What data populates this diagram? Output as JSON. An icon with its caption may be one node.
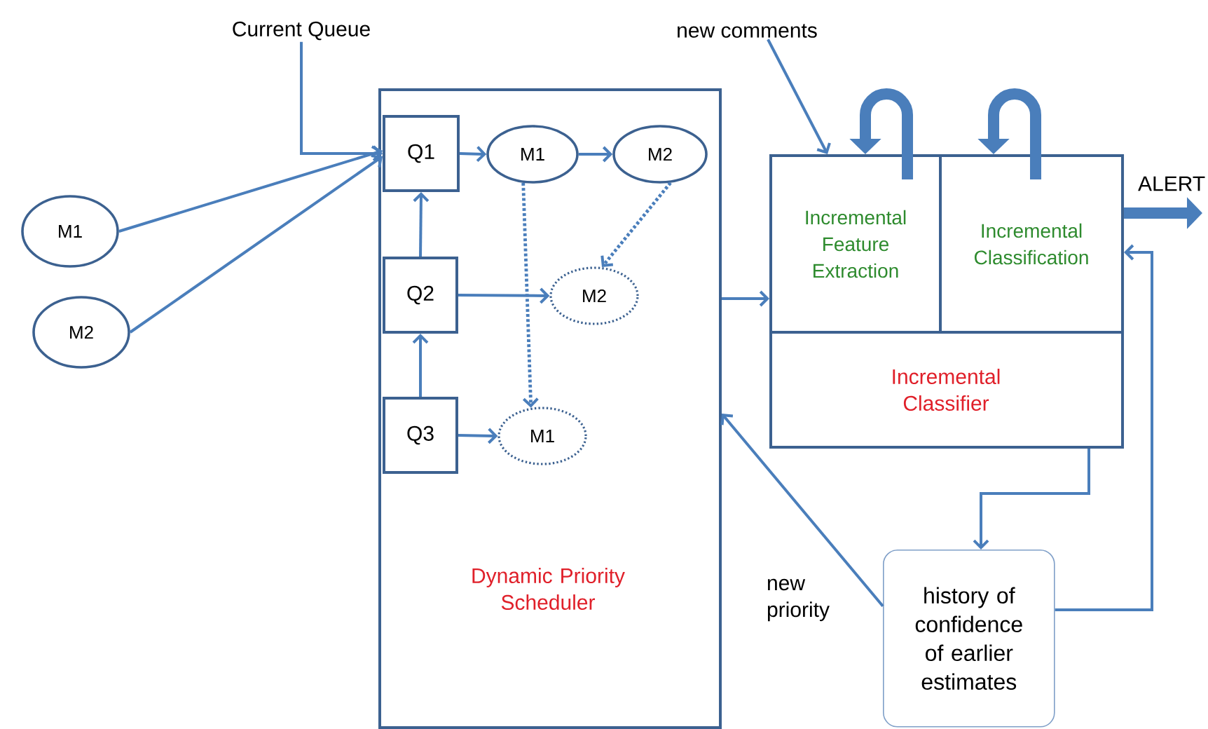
{
  "diagram": {
    "nodes": [
      {
        "text": [
          "Dynamic Priority Scheduler"
        ]
      },
      {
        "text": [
          "Q1"
        ],
        "in": 0
      },
      {
        "text": [
          "M1"
        ],
        "in": 0
      },
      {
        "text": [
          "M2"
        ],
        "in": 0
      },
      {
        "text": [
          "Q2"
        ],
        "in": 0
      },
      {
        "text": [
          "M2"
        ],
        "in": 0
      },
      {
        "text": [
          "Q3"
        ],
        "in": 0
      },
      {
        "text": [
          "M1"
        ],
        "in": 0
      },
      {
        "text": [
          "M1"
        ]
      },
      {
        "text": [
          "M2"
        ]
      },
      {
        "text": [
          "Current Queue"
        ]
      },
      {
        "text": [
          "new comments"
        ]
      },
      {
        "text": [
          "Incremental Classifier"
        ]
      },
      {
        "text": [
          "Incremental Feature Extraction"
        ],
        "in": 12
      },
      {
        "text": [
          "Incremental Classification"
        ],
        "in": 12
      },
      {
        "text": [
          "history of confidence of earlier estimates"
        ]
      }
    ],
    "edges": [
      {
        "from": 10,
        "to": 1,
        "arrow": "to"
      },
      {
        "from": 8,
        "to": 1,
        "arrow": "to"
      },
      {
        "from": 9,
        "to": 1,
        "arrow": "to"
      },
      {
        "from": 1,
        "to": 2,
        "arrow": "to"
      },
      {
        "from": 2,
        "to": 3,
        "arrow": "to"
      },
      {
        "from": 4,
        "to": 1,
        "arrow": "to"
      },
      {
        "from": 6,
        "to": 4,
        "arrow": "to"
      },
      {
        "from": 4,
        "to": 5,
        "arrow": "to"
      },
      {
        "from": 6,
        "to": 7,
        "arrow": "to"
      },
      {
        "from": 2,
        "to": 7,
        "arrow": "to",
        "style": "dashed"
      },
      {
        "from": 3,
        "to": 5,
        "arrow": "to",
        "style": "dashed"
      },
      {
        "from": 0,
        "to": 13,
        "arrow": "to"
      },
      {
        "from": 11,
        "to": 13,
        "arrow": "to"
      },
      {
        "from": 13,
        "to": 13,
        "arrow": "to",
        "style": "thick"
      },
      {
        "from": 14,
        "to": 14,
        "arrow": "to",
        "style": "thick"
      },
      {
        "from": 14,
        "to": null,
        "arrow": "to",
        "style": "thick",
        "label": "ALERT"
      },
      {
        "from": 12,
        "to": 15,
        "arrow": "to"
      },
      {
        "from": 15,
        "to": 14,
        "arrow": "to"
      },
      {
        "from": 15,
        "to": 0,
        "arrow": "to",
        "label": "new priority"
      }
    ]
  }
}
